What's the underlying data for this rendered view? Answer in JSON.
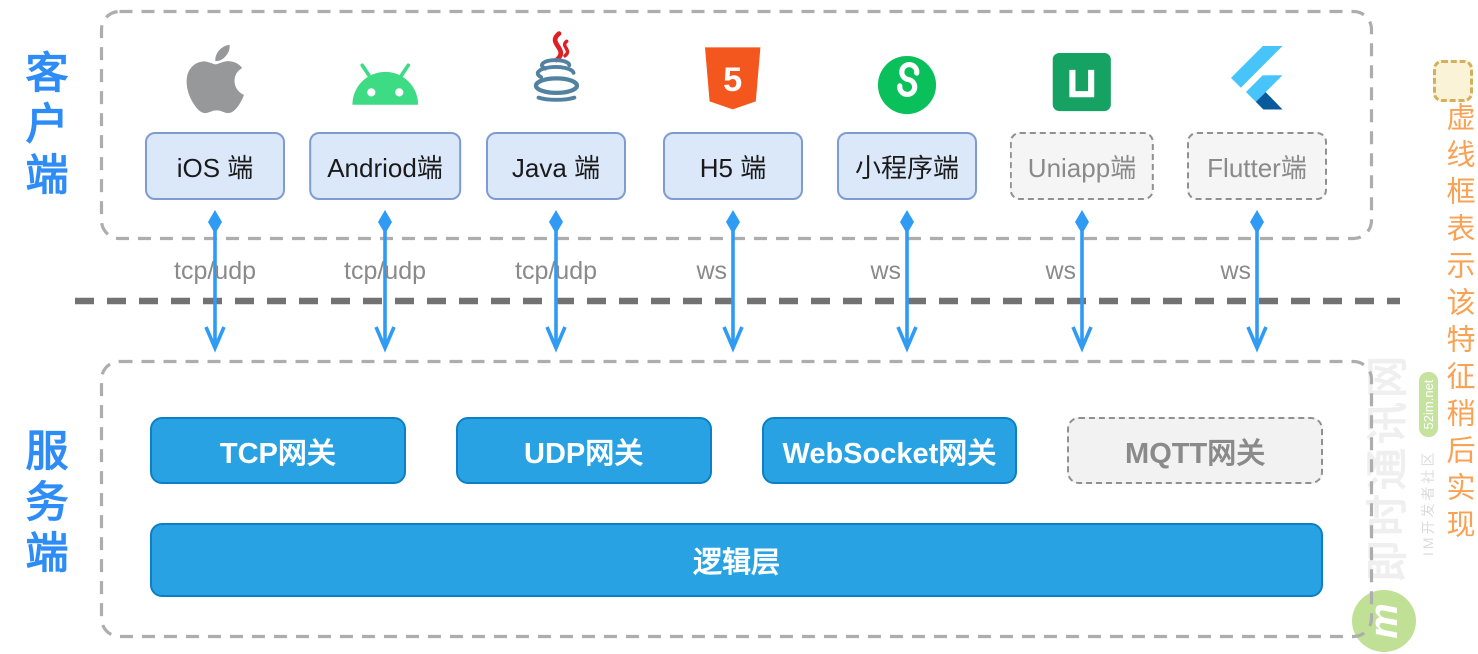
{
  "side_labels": {
    "client": "客户端",
    "server": "服务端"
  },
  "client_section": {
    "clients": [
      {
        "label": "iOS 端",
        "icon": "apple-icon",
        "box_style": "solid",
        "protocol": "tcp/udp"
      },
      {
        "label": "Andriod端",
        "icon": "android-icon",
        "box_style": "solid",
        "protocol": "tcp/udp"
      },
      {
        "label": "Java 端",
        "icon": "java-icon",
        "box_style": "solid",
        "protocol": "tcp/udp"
      },
      {
        "label": "H5 端",
        "icon": "html5-icon",
        "box_style": "solid",
        "protocol": "ws"
      },
      {
        "label": "小程序端",
        "icon": "wechat-miniprogram-icon",
        "box_style": "solid",
        "protocol": "ws"
      },
      {
        "label": "Uniapp端",
        "icon": "uniapp-icon",
        "box_style": "dashed",
        "protocol": "ws"
      },
      {
        "label": "Flutter端",
        "icon": "flutter-icon",
        "box_style": "dashed",
        "protocol": "ws"
      }
    ]
  },
  "server_section": {
    "gateways": [
      {
        "label": "TCP网关",
        "box_style": "solid"
      },
      {
        "label": "UDP网关",
        "box_style": "solid"
      },
      {
        "label": "WebSocket网关",
        "box_style": "solid"
      },
      {
        "label": "MQTT网关",
        "box_style": "dashed"
      }
    ],
    "logic_layer_label": "逻辑层"
  },
  "annotation": {
    "note": "虚线框表示该特征稍后实现"
  },
  "icon_glyphs": {
    "html5": "5"
  },
  "watermark": {
    "logo_letter": "m",
    "site_name": "即时通讯网",
    "domain": "52im.net",
    "tagline": "IM开发者社区"
  },
  "colors": {
    "section_label_blue": "#2E8CF7",
    "arrow_blue": "#2F9BF4",
    "gateway_blue_fill": "#28A2E2",
    "gateway_blue_border": "#0D7FC4",
    "client_box_fill": "#DBE8FA",
    "client_box_border": "#7E9CD1",
    "dashed_box_gray": "#909090",
    "container_dash_gray": "#ADADAD",
    "divider_gray": "#727272",
    "protocol_text_gray": "#8A8A8A",
    "note_orange_text": "#F9A254",
    "note_box_fill": "#FBF3D7",
    "note_box_border": "#D4B05A",
    "android_green": "#3DDC84",
    "wechat_green": "#0AC05B",
    "uniapp_green": "#16A262",
    "html5_orange": "#F4571D",
    "flutter_light_blue": "#47C5FB",
    "flutter_dark_blue": "#075B9D",
    "apple_gray": "#97989A",
    "java_red": "#DD1F26",
    "java_blue": "#5382A1"
  }
}
